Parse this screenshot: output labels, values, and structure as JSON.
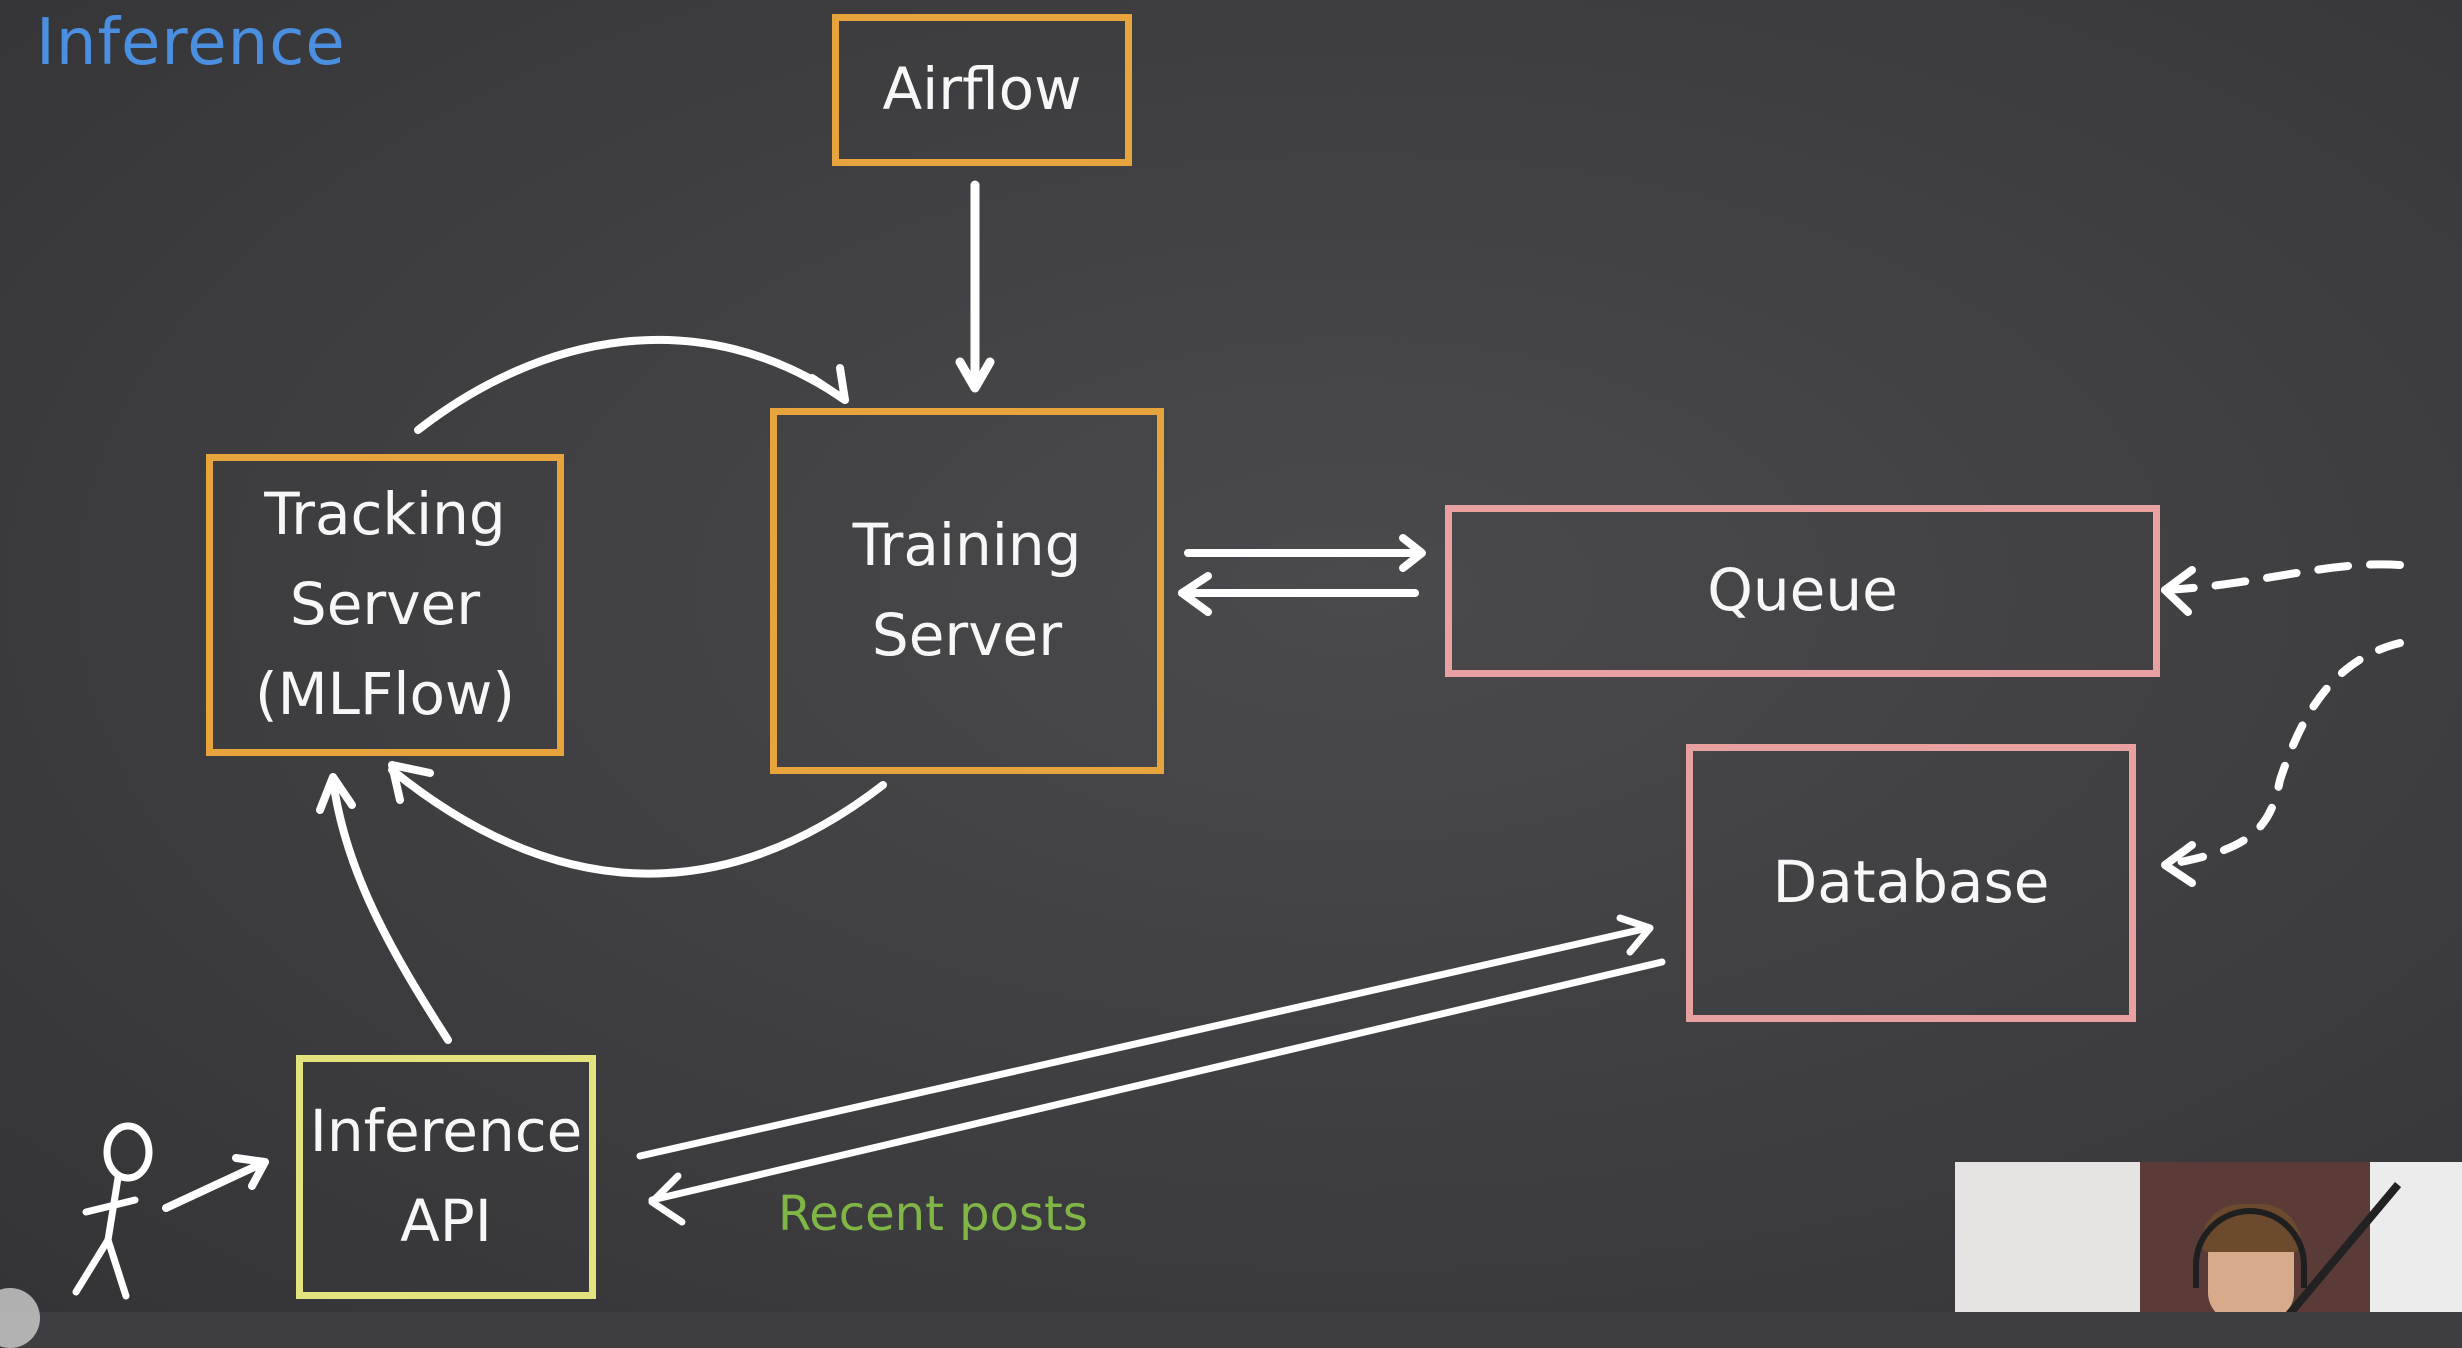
{
  "title": "Inference",
  "nodes": {
    "airflow": "Airflow",
    "tracking_server": "Tracking\nServer\n(MLFlow)",
    "training_server": "Training\nServer",
    "queue": "Queue",
    "database": "Database",
    "inference_api": "Inference\nAPI"
  },
  "edge_labels": {
    "recent_posts": "Recent posts"
  },
  "colors": {
    "background": "#3e3e42",
    "title": "#4a8fe0",
    "orange_border": "#e8a43c",
    "pink_border": "#e9a0a0",
    "yellow_border": "#e3e27c",
    "edge_label": "#7fb646",
    "arrows": "#ffffff"
  }
}
